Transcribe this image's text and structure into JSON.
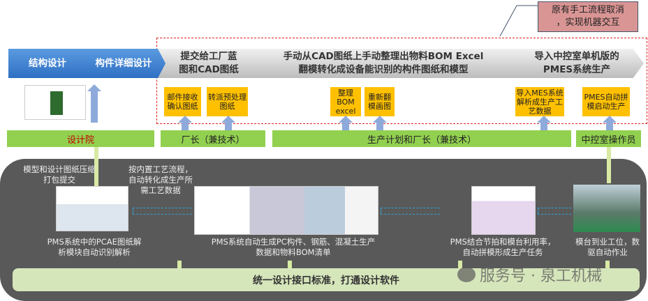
{
  "callout": {
    "line1": "原有手工流程取消",
    "line2": "，实现机器交互"
  },
  "process": [
    {
      "label": "结构设计"
    },
    {
      "label": "构件详细设计"
    },
    {
      "label": "提交给工厂蓝图和CAD图纸"
    },
    {
      "line1": "手动从CAD图纸上手动整理出物料BOM Excel",
      "line2": "翻模转化成设备能识别的构件图纸和模型"
    },
    {
      "label": "导入中控室单机版的PMES系统生产"
    }
  ],
  "tasks": [
    "邮件接收确认图纸",
    "转派预处理图纸",
    "整理BOM excel",
    "重新翻模画图",
    "导入MES系统解析成生产工艺数据",
    "PMES自动拼模启动生产"
  ],
  "roles": [
    "设计院",
    "厂长（兼技术）",
    "生产计划和厂长（兼技术）",
    "中控室操作员"
  ],
  "panel": {
    "caption_upload": "模型和设计图纸压缩打包提交",
    "caption_convert": "按内置工艺流程，自动转化成生产所需工艺数据",
    "caption_parse": "PMS系统中的PCAE图纸解析模块自动识别解析",
    "caption_generate": "PMS系统自动生成PC构件、钢筋、混凝土生产数据和物料BOM清单",
    "caption_schedule": "PMS结合节拍和模台利用率，自动拼模形成生产任务",
    "caption_station": "模台到业工位，数驱自动作业",
    "standard": "统一设计接口标准，打通设计软件"
  },
  "watermark": "服务号 · 泉工机械"
}
